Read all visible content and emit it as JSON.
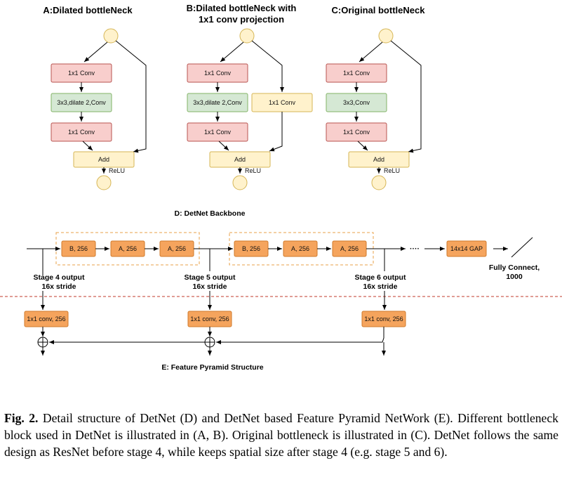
{
  "panels": {
    "a_title": "A:Dilated bottleNeck",
    "b_title_line1": "B:Dilated bottleNeck with",
    "b_title_line2": "1x1 conv projection",
    "c_title": "C:Original bottleNeck",
    "d_title": "D: DetNet Backbone",
    "e_title": "E: Feature Pyramid Structure"
  },
  "nodes": {
    "conv1x1": "1x1 Conv",
    "dilated": "3x3,dilate 2,Conv",
    "conv3x3": "3x3,Conv",
    "add": "Add",
    "relu": "ReLU"
  },
  "backbone": {
    "b256": "B, 256",
    "a256": "A, 256",
    "dots": "····",
    "gap": "14x14 GAP",
    "fc_line1": "Fully Connect,",
    "fc_line2": "1000",
    "stage4_line1": "Stage 4 output",
    "stage5_line1": "Stage 5 output",
    "stage6_line1": "Stage 6 output",
    "stride": "16x stride"
  },
  "pyramid": {
    "conv": "1x1 conv, 256"
  },
  "caption": {
    "label": "Fig. 2.",
    "text": "Detail structure of DetNet (D) and DetNet based Feature Pyramid NetWork (E). Different bottleneck block used in DetNet is illustrated in (A, B). Original bottleneck is illustrated in (C). DetNet follows the same design as ResNet before stage 4, while keeps spatial size after stage 4 (e.g. stage 5 and 6)."
  },
  "colors": {
    "conv_fill": "#f8cecc",
    "conv_stroke": "#b85450",
    "green_fill": "#d5e8d4",
    "green_stroke": "#82b366",
    "yellow_fill": "#fff2cc",
    "yellow_stroke": "#d6b656",
    "orange_fill": "#f5a45d",
    "orange_stroke": "#d07a2a",
    "dashed_border": "#e8a24a",
    "divider": "#c0392b"
  }
}
